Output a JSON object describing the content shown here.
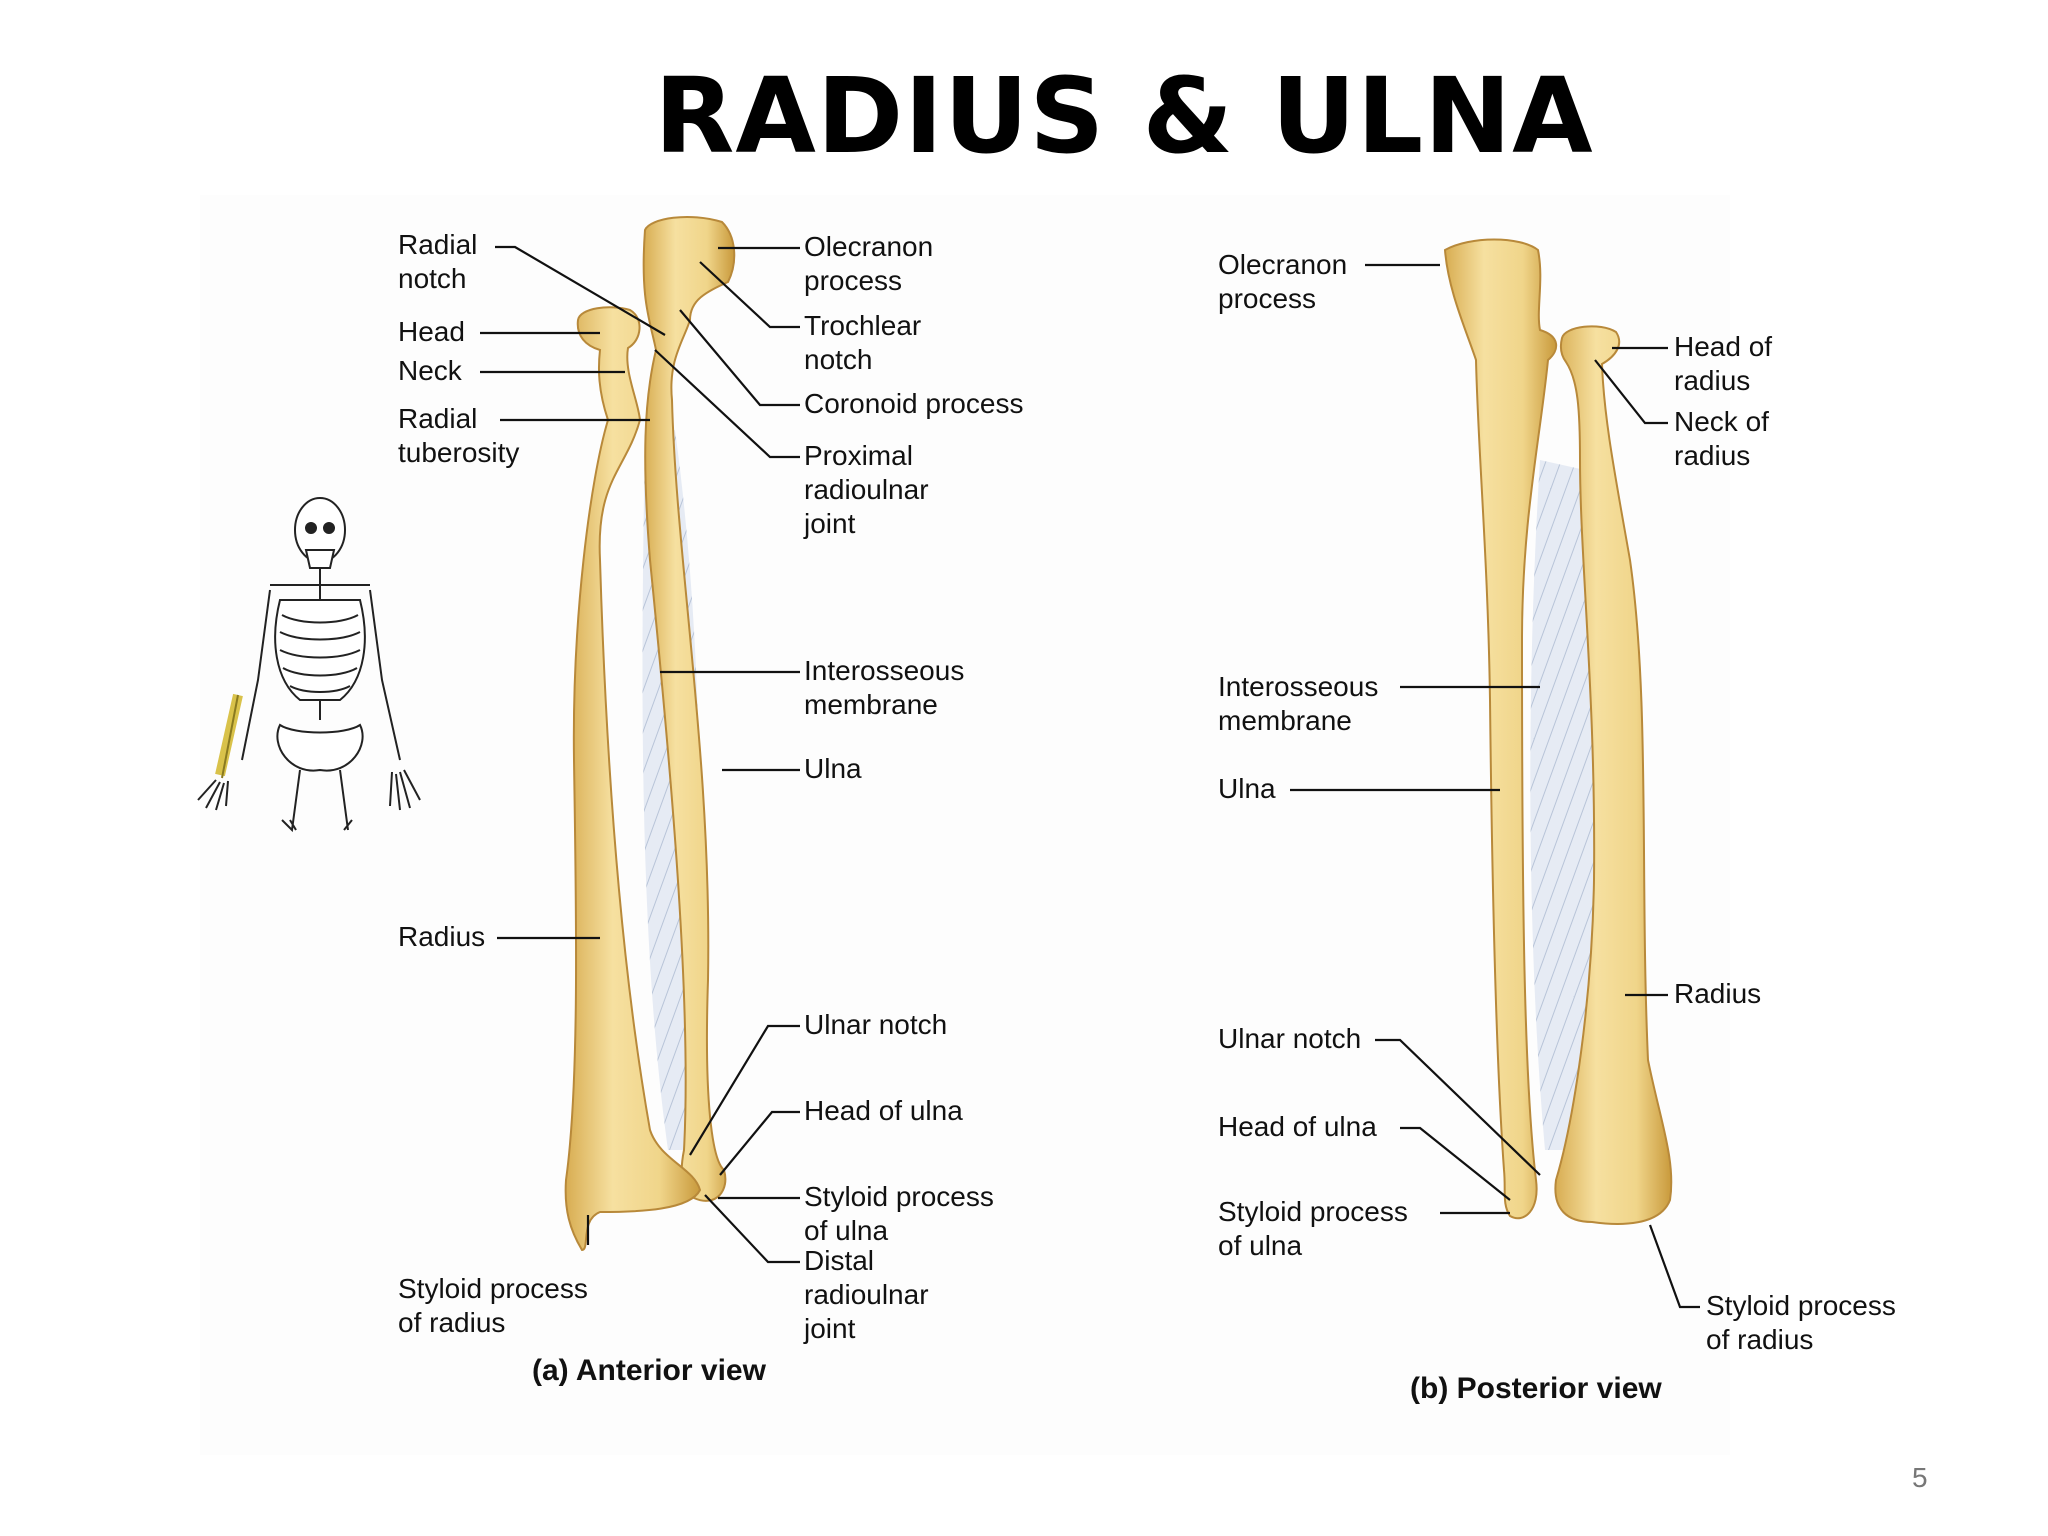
{
  "title": "RADIUS & ULNA",
  "page_number": "5",
  "anterior": {
    "caption": "(a) Anterior view",
    "labels": {
      "radial_notch": "Radial\nnotch",
      "head": "Head",
      "neck": "Neck",
      "radial_tuberosity": "Radial\ntuberosity",
      "radius": "Radius",
      "styloid_radius": "Styloid process\nof radius",
      "olecranon": "Olecranon\nprocess",
      "trochlear_notch": "Trochlear\nnotch",
      "coronoid": "Coronoid process",
      "proximal_joint": "Proximal\nradioulnar\njoint",
      "interosseous": "Interosseous\nmembrane",
      "ulna": "Ulna",
      "ulnar_notch": "Ulnar notch",
      "head_ulna": "Head of ulna",
      "styloid_ulna": "Styloid process\nof ulna",
      "distal_joint": "Distal\nradioulnar\njoint"
    }
  },
  "posterior": {
    "caption": "(b) Posterior view",
    "labels": {
      "olecranon": "Olecranon\nprocess",
      "head_radius": "Head of\nradius",
      "neck_radius": "Neck of\nradius",
      "interosseous": "Interosseous\nmembrane",
      "ulna": "Ulna",
      "radius": "Radius",
      "ulnar_notch": "Ulnar notch",
      "head_ulna": "Head of ulna",
      "styloid_ulna": "Styloid process\nof ulna",
      "styloid_radius": "Styloid process\nof radius"
    }
  },
  "colors": {
    "bone": "#f0d58a",
    "bone_shade": "#c99a3c",
    "membrane": "#dfe6f2",
    "leader": "#111111",
    "highlight_bone": "#d9c24a"
  }
}
